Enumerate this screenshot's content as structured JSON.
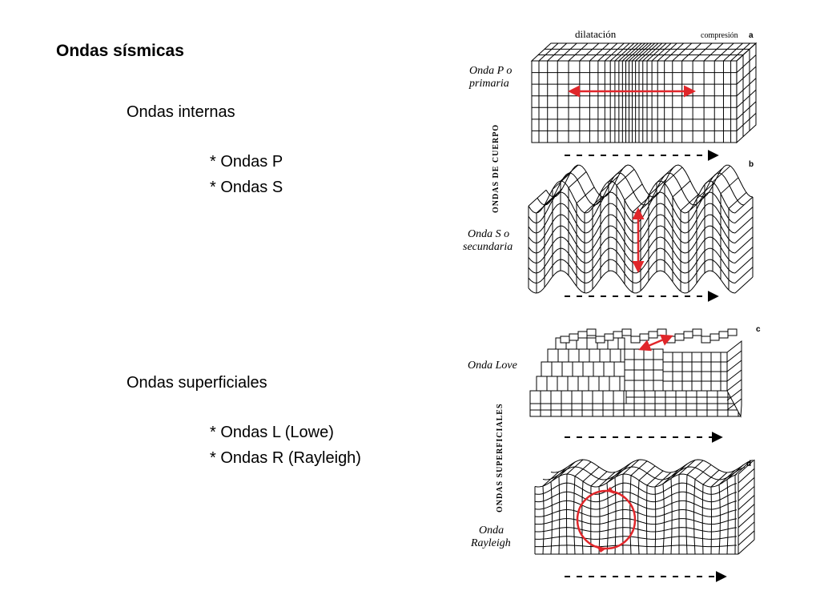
{
  "slide": {
    "title": "Ondas sísmicas",
    "internal": {
      "heading": "Ondas internas",
      "items": [
        "Ondas P",
        "Ondas S"
      ]
    },
    "surface": {
      "heading": "Ondas superficiales",
      "items": [
        "Ondas L (Lowe)",
        "Ondas R (Rayleigh)"
      ]
    }
  },
  "diagram": {
    "top_labels": {
      "dilatation": "dilatación",
      "compression": "compresión"
    },
    "panel_letters": [
      "a",
      "b",
      "c",
      "d"
    ],
    "group_labels": {
      "body": "ONDAS DE CUERPO",
      "surface": "ONDAS SUPERFICIALES"
    },
    "wave_labels": {
      "p": [
        "Onda P o",
        "primaria"
      ],
      "s": [
        "Onda S o",
        "secundaria"
      ],
      "love": [
        "Onda Love"
      ],
      "rayleigh": [
        "Onda",
        "Rayleigh"
      ]
    },
    "colors": {
      "motion_arrow": "#e0262a",
      "lines": "#000000"
    }
  }
}
